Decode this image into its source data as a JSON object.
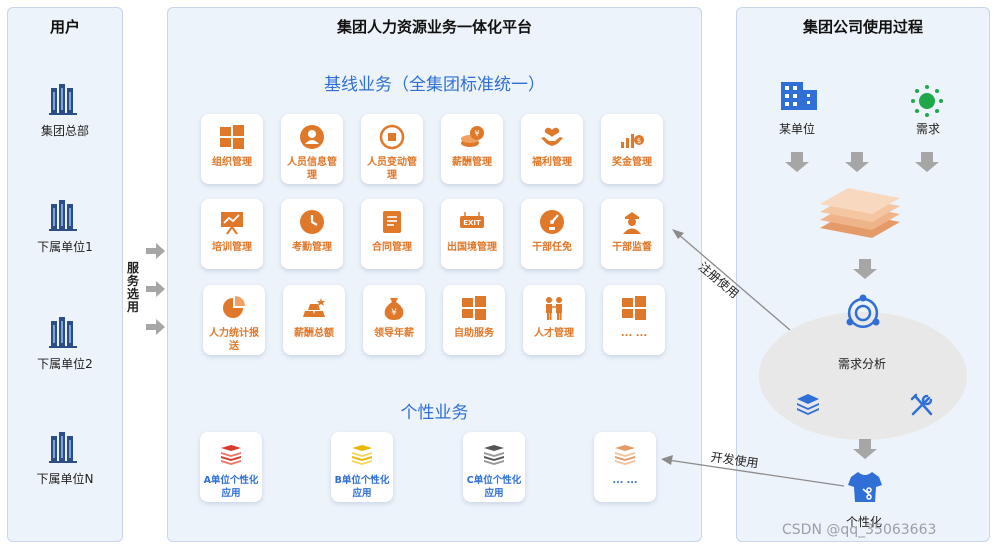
{
  "users": {
    "title": "用户",
    "items": [
      "集团总部",
      "下属单位1",
      "下属单位2",
      "下属单位N"
    ],
    "service_label": "服务选用"
  },
  "platform": {
    "title": "集团人力资源业务一体化平台",
    "baseline_title": "基线业务（全集团标准统一）",
    "modules": [
      {
        "label": "组织管理",
        "icon": "windows-icon"
      },
      {
        "label": "人员信息管理",
        "icon": "person-icon"
      },
      {
        "label": "人员变动管理",
        "icon": "stop-circle-icon"
      },
      {
        "label": "薪酬管理",
        "icon": "coins-icon"
      },
      {
        "label": "福利管理",
        "icon": "heart-hands-icon"
      },
      {
        "label": "奖金管理",
        "icon": "bar-chart-coin-icon"
      },
      {
        "label": "培训管理",
        "icon": "presentation-icon"
      },
      {
        "label": "考勤管理",
        "icon": "clock-icon"
      },
      {
        "label": "合同管理",
        "icon": "document-icon"
      },
      {
        "label": "出国境管理",
        "icon": "exit-sign-icon"
      },
      {
        "label": "干部任免",
        "icon": "gauge-icon"
      },
      {
        "label": "干部监督",
        "icon": "officer-icon"
      },
      {
        "label": "人力统计报送",
        "icon": "pie-chart-icon"
      },
      {
        "label": "薪酬总额",
        "icon": "gold-bars-icon"
      },
      {
        "label": "领导年薪",
        "icon": "money-bag-icon"
      },
      {
        "label": "自助服务",
        "icon": "windows-icon"
      },
      {
        "label": "人才管理",
        "icon": "people-icon"
      },
      {
        "label": "... ...",
        "icon": "windows-icon"
      }
    ],
    "personal_title": "个性业务",
    "personal_modules": [
      {
        "label": "A单位个性化应用",
        "icon": "stack-red-icon"
      },
      {
        "label": "B单位个性化应用",
        "icon": "stack-yellow-icon"
      },
      {
        "label": "C单位个性化应用",
        "icon": "stack-gray-icon"
      },
      {
        "label": "... ...",
        "icon": "stack-orange-icon"
      }
    ]
  },
  "process": {
    "title": "集团公司使用过程",
    "unit_label": "某单位",
    "demand_label": "需求",
    "analysis_label": "需求分析",
    "personal_label": "个性化",
    "register_label": "注册使用",
    "develop_label": "开发使用"
  },
  "watermark": "CSDN @qq_35063663",
  "colors": {
    "accent_orange": "#e0782a",
    "accent_blue": "#2f6fd6",
    "panel_bg": "#edf3fa"
  }
}
